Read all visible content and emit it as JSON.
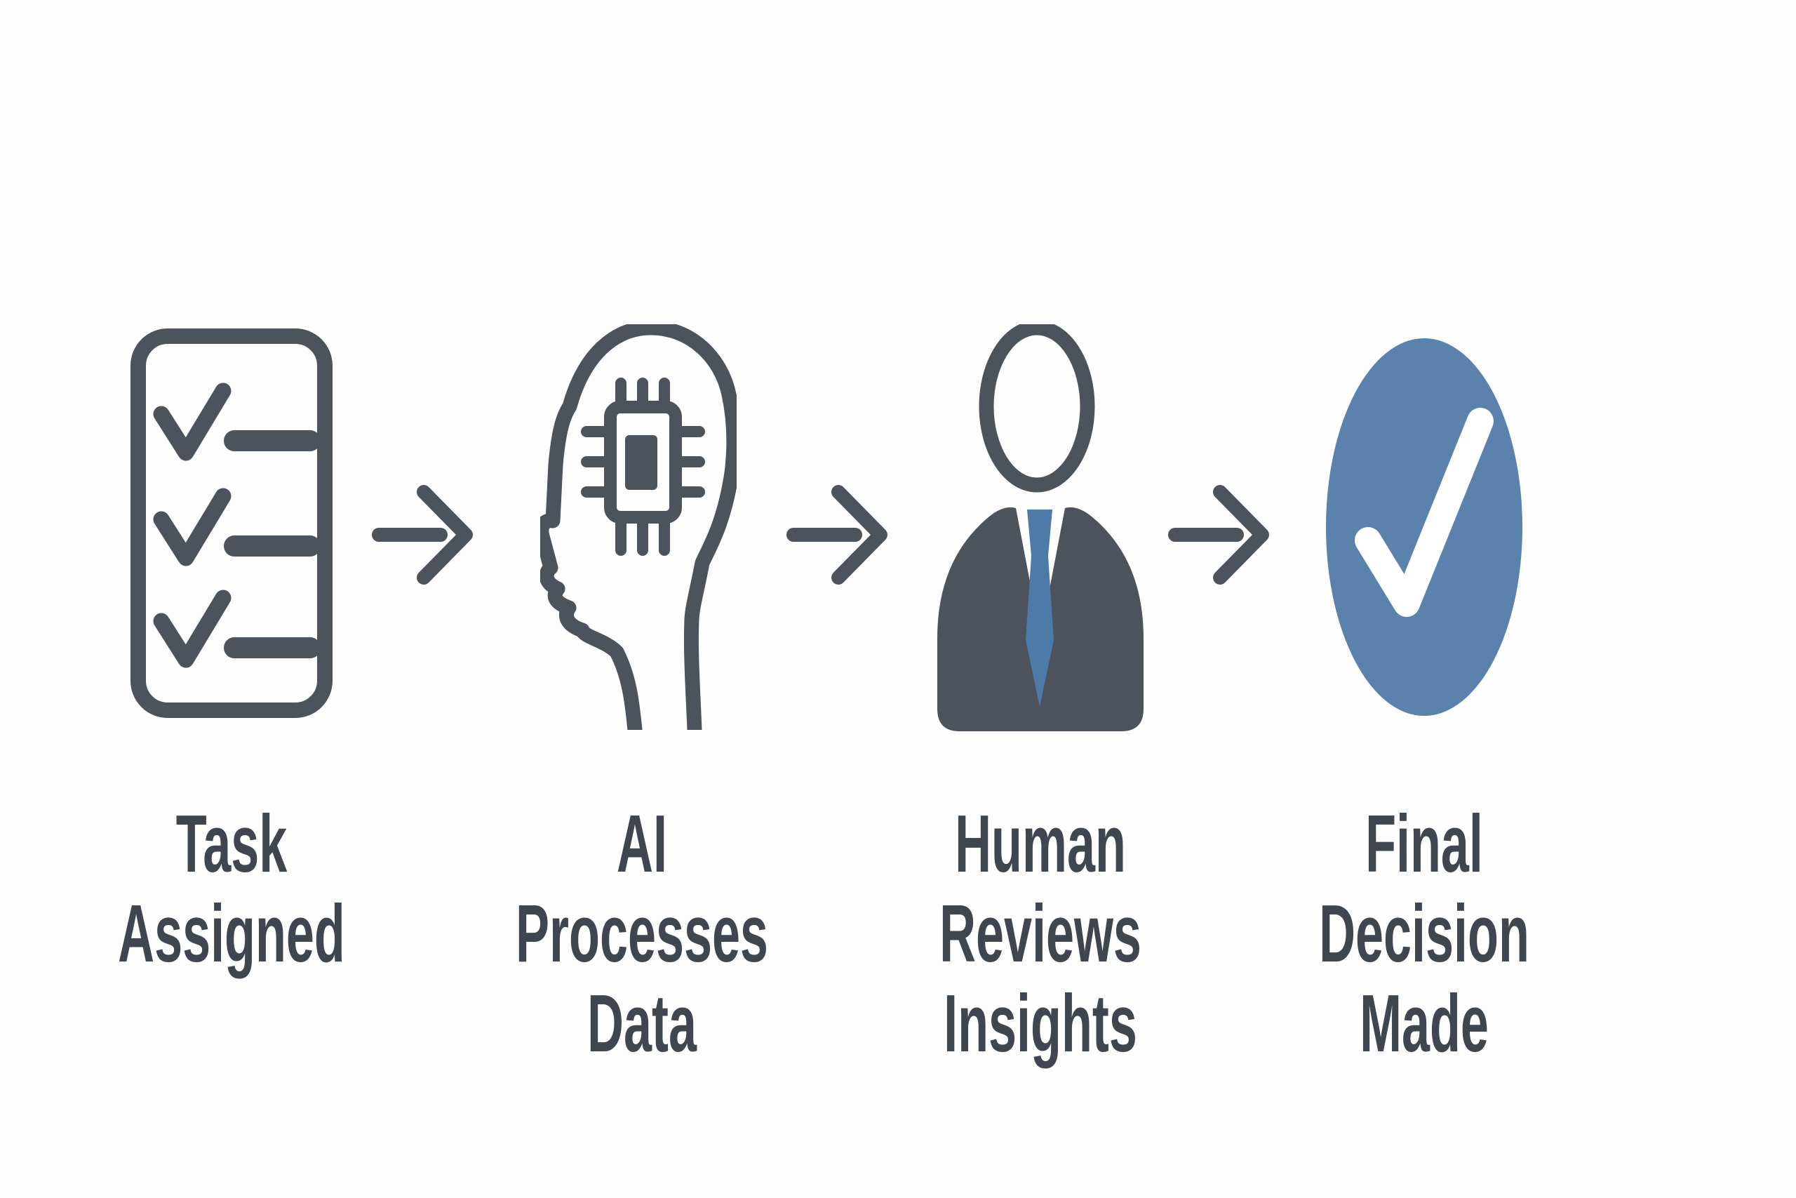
{
  "background": "#fdfdfd",
  "colors": {
    "slate": "#4c535d",
    "text": "#3f4650",
    "accent_blue": "#5a82ad",
    "tie_blue": "#4e7aa8",
    "white": "#ffffff"
  },
  "diagram": {
    "type": "flow",
    "direction": "left-to-right",
    "connector": "right-arrow",
    "steps": [
      {
        "id": "task-assigned",
        "icon": "checklist-icon",
        "label": "Task\nAssigned"
      },
      {
        "id": "ai-processes-data",
        "icon": "head-chip-icon",
        "label": "AI\nProcesses\nData"
      },
      {
        "id": "human-reviews-insights",
        "icon": "person-icon",
        "label": "Human\nReviews\nInsights"
      },
      {
        "id": "final-decision-made",
        "icon": "check-circle-icon",
        "label": "Final\nDecision\nMade"
      }
    ]
  }
}
